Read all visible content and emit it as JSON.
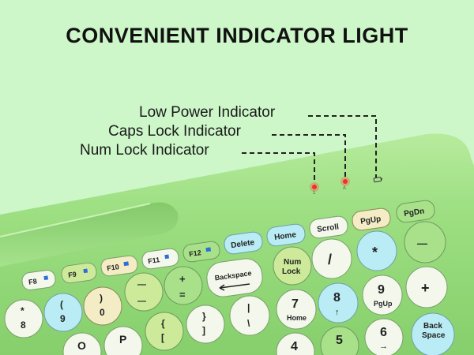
{
  "title": "CONVENIENT INDICATOR LIGHT",
  "callouts": [
    {
      "id": "low-power",
      "label": "Low Power Indicator"
    },
    {
      "id": "caps-lock",
      "label": "Caps Lock Indicator"
    },
    {
      "id": "num-lock",
      "label": "Num Lock Indicator"
    }
  ],
  "indicator_marks": {
    "num": "1",
    "caps": "A"
  },
  "colors": {
    "background": "#cdf7c9",
    "keyboard_body": "#98dc7e",
    "indicator_led": "#ff2020"
  },
  "keys": {
    "f8": "F8",
    "f9": "F9",
    "f10": "F10",
    "f11": "F11",
    "f12": "F12",
    "delete": "Delete",
    "home": "Home",
    "scroll": "Scroll",
    "pgup": "PgUp",
    "pgdn": "PgDn",
    "minus_top": "—",
    "minus_bottom": "—",
    "plus_top": "+",
    "plus_bottom": "=",
    "backspace": "Backspace",
    "numlock_1": "Num",
    "numlock_2": "Lock",
    "slash": "/",
    "asterisk": "*",
    "num_minus": "—",
    "star8_top": "*",
    "star8_bottom": "8",
    "paren9_top": "(",
    "paren9_bottom": "9",
    "paren0_top": ")",
    "paren0_bottom": "0",
    "pipe_top": "|",
    "pipe_bottom": "\\",
    "num7_top": "7",
    "num7_bottom": "Home",
    "num8_top": "8",
    "num8_bottom": "↑",
    "num9_top": "9",
    "num9_bottom": "PgUp",
    "num_plus": "+",
    "brace_open_top": "{",
    "brace_open_bottom": "[",
    "brace_close_top": "}",
    "brace_close_bottom": "]",
    "backspace2_1": "Back",
    "backspace2_2": "Space",
    "num4": "4",
    "num5": "5",
    "num6_top": "6",
    "num6_bottom": "→",
    "o": "O",
    "p": "P"
  }
}
